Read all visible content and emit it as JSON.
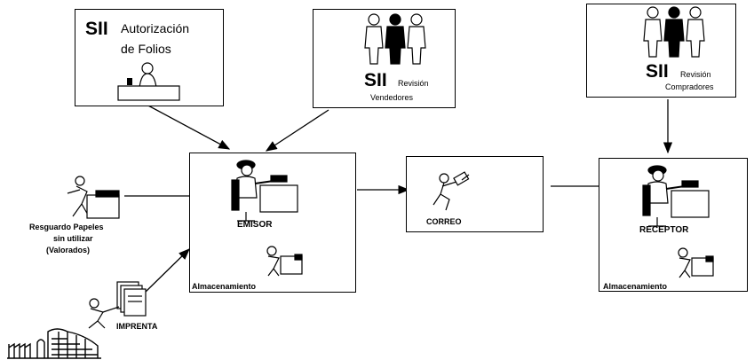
{
  "autorizacion": {
    "sii": "SII",
    "title_line1": "Autorización",
    "title_line2": "de Folios"
  },
  "rev_vendedores": {
    "sii": "SII",
    "label": "Revisión",
    "sub": "Vendedores"
  },
  "rev_compradores": {
    "sii": "SII",
    "label": "Revisión",
    "sub": "Compradores"
  },
  "emisor": {
    "label": "EMISOR",
    "storage": "Almacenamiento"
  },
  "correo": {
    "label": "CORREO"
  },
  "receptor": {
    "label": "RECEPTOR",
    "storage": "Almacenamiento"
  },
  "resguardo": {
    "line1": "Resguardo Papeles",
    "line2": "sin utilizar",
    "line3": "(Valorados)"
  },
  "imprenta": {
    "label": "IMPRENTA"
  }
}
